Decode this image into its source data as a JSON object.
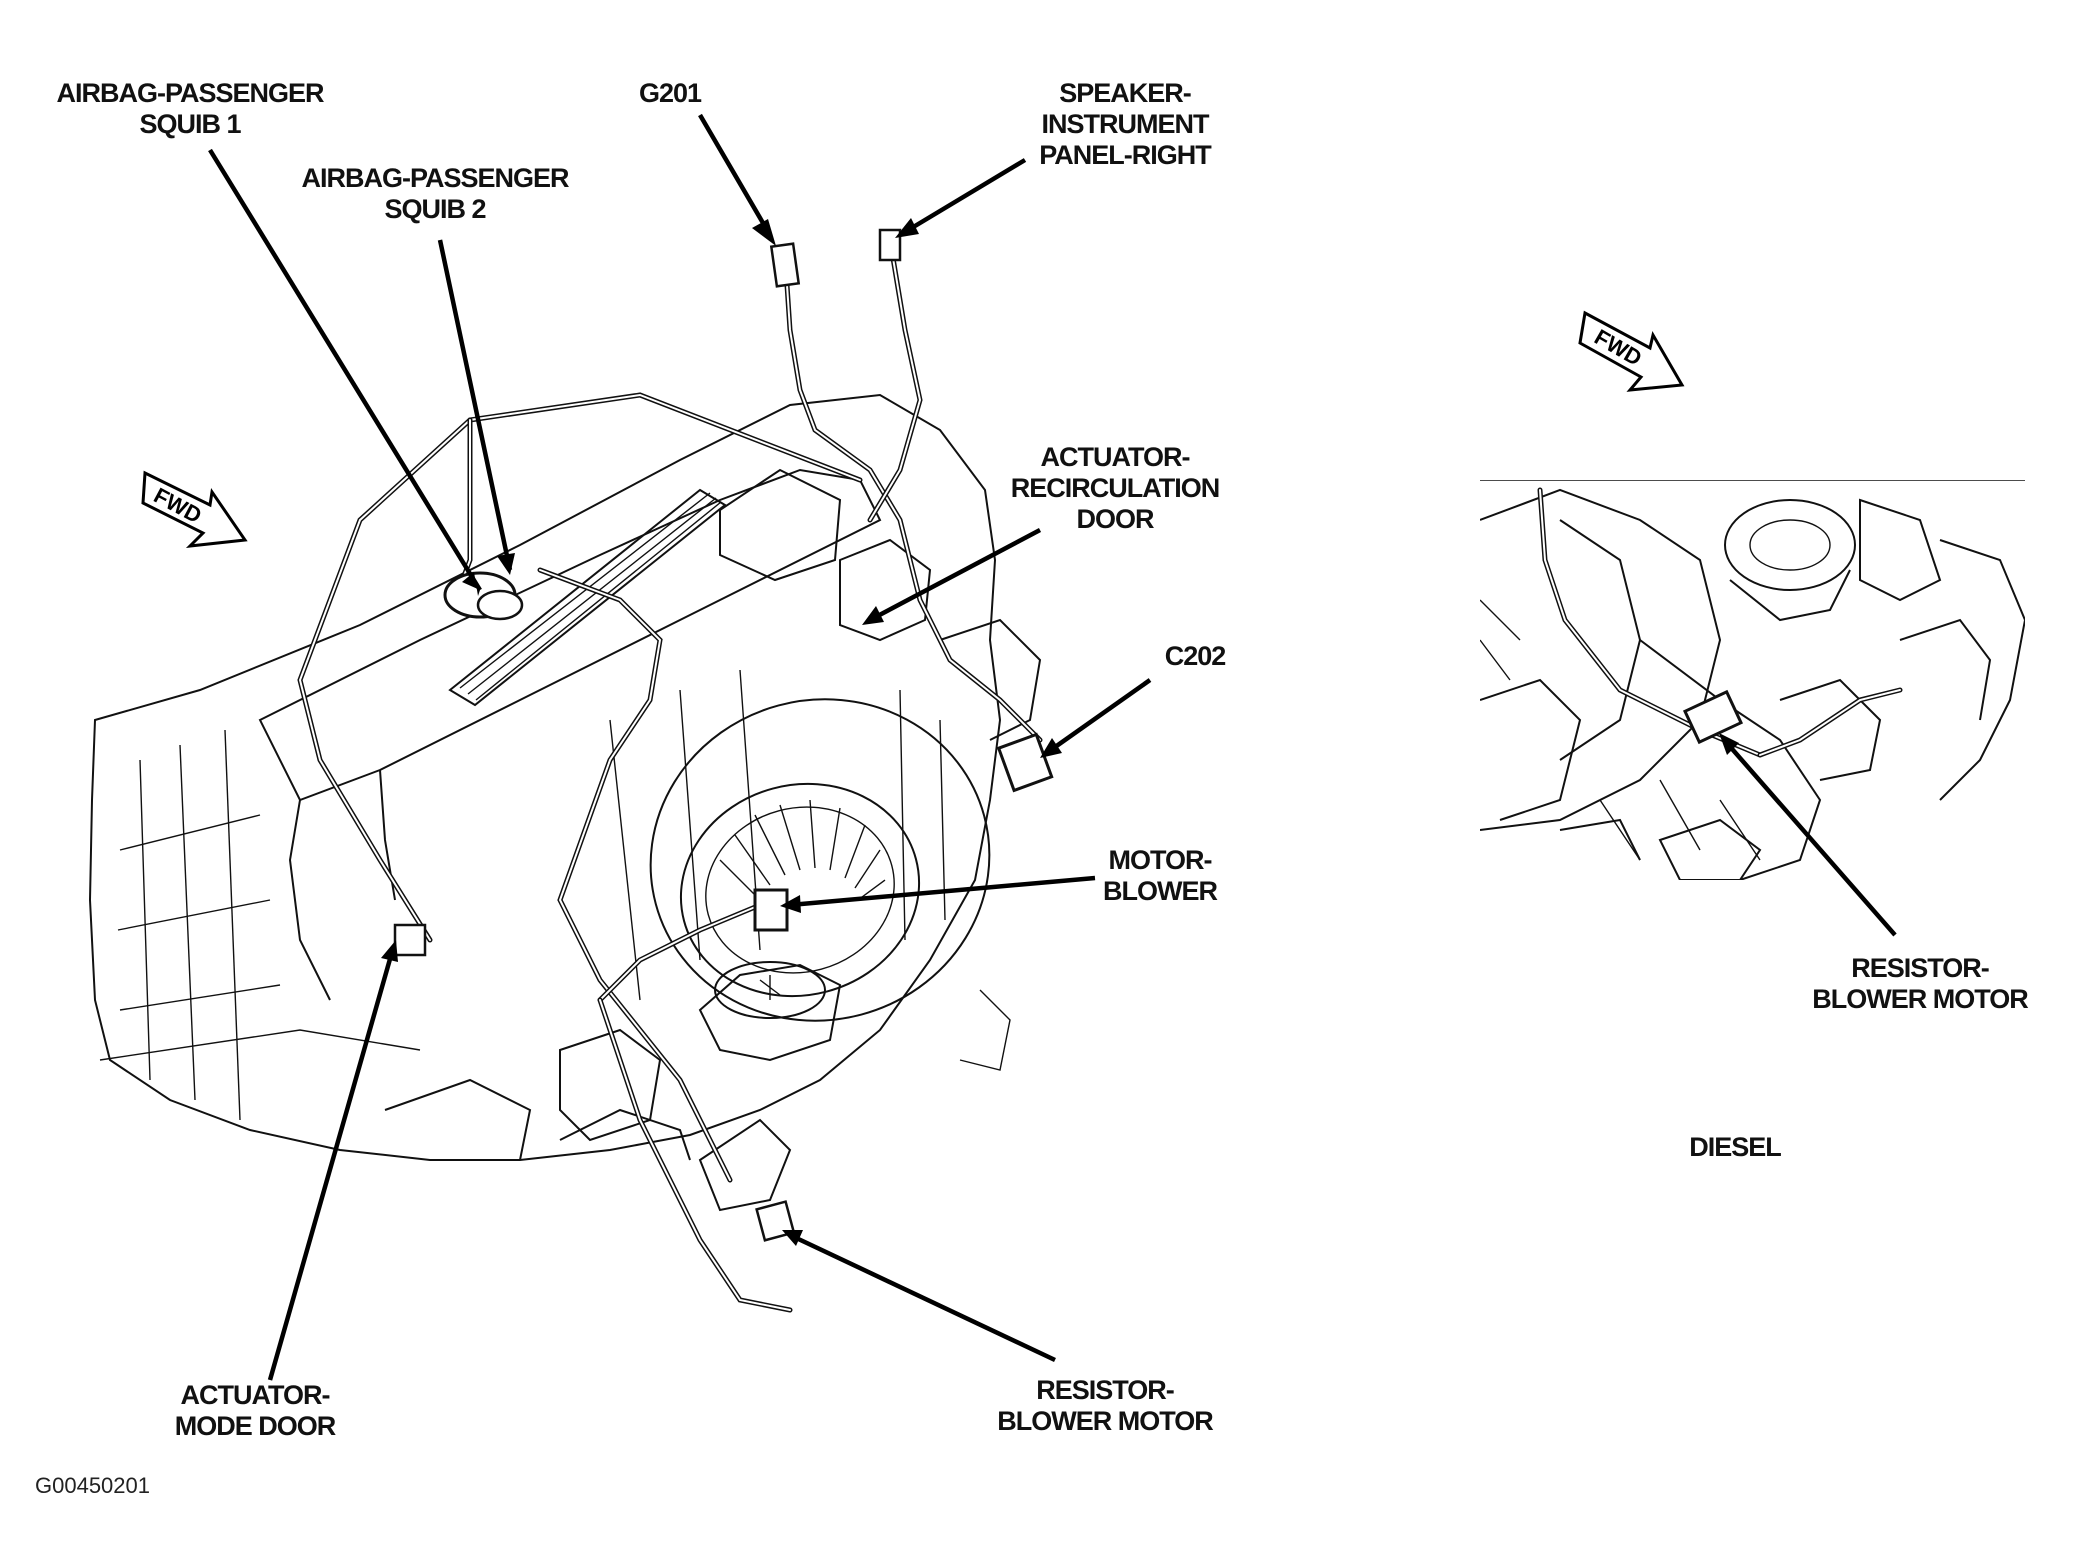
{
  "figure_id": "G00450201",
  "left_view": {
    "fwd_label": "FWD",
    "labels": {
      "airbag_squib_1": [
        "AIRBAG-PASSENGER",
        "SQUIB 1"
      ],
      "airbag_squib_2": [
        "AIRBAG-PASSENGER",
        "SQUIB 2"
      ],
      "g201": [
        "G201"
      ],
      "speaker": [
        "SPEAKER-",
        "INSTRUMENT",
        "PANEL-RIGHT"
      ],
      "actuator_recirc": [
        "ACTUATOR-",
        "RECIRCULATION",
        "DOOR"
      ],
      "c202": [
        "C202"
      ],
      "motor_blower": [
        "MOTOR-",
        "BLOWER"
      ],
      "actuator_mode": [
        "ACTUATOR-",
        "MODE DOOR"
      ],
      "resistor": [
        "RESISTOR-",
        "BLOWER MOTOR"
      ]
    }
  },
  "right_view": {
    "fwd_label": "FWD",
    "caption": "DIESEL",
    "labels": {
      "resistor": [
        "RESISTOR-",
        "BLOWER MOTOR"
      ]
    }
  }
}
